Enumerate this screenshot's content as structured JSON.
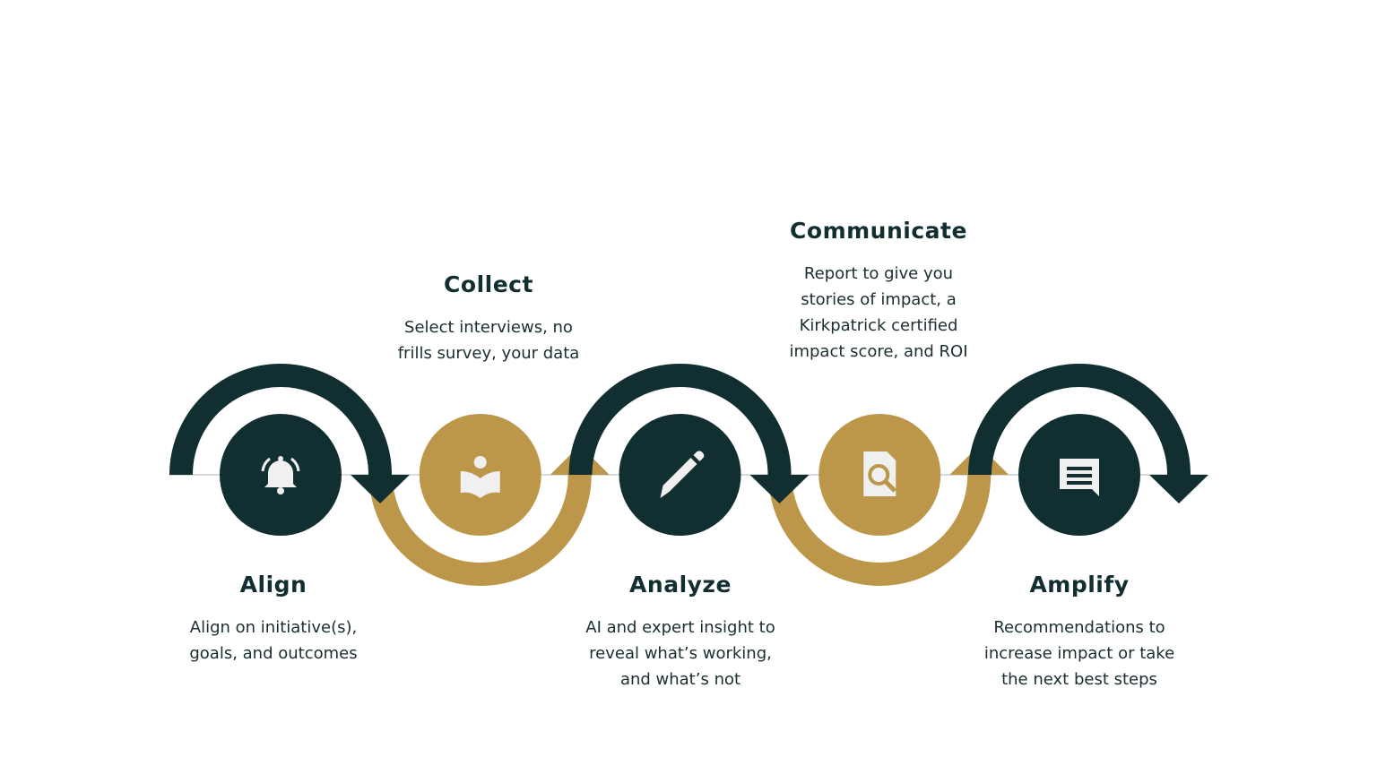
{
  "colors": {
    "dark": "#112e30",
    "gold": "#bc974a",
    "icon": "#f0f0f0"
  },
  "steps": [
    {
      "title": "Align",
      "icon": "bell-icon",
      "color": "dark",
      "desc": [
        "Align on initiative(s),",
        "goals, and outcomes"
      ]
    },
    {
      "title": "Collect",
      "icon": "book-reader-icon",
      "color": "gold",
      "desc": [
        "Select interviews, no",
        "frills survey, your data"
      ]
    },
    {
      "title": "Analyze",
      "icon": "pencil-icon",
      "color": "dark",
      "desc": [
        "AI and expert insight to",
        "reveal what’s working,",
        "and what’s not"
      ]
    },
    {
      "title": "Communicate",
      "icon": "document-search-icon",
      "color": "gold",
      "desc": [
        "Report to give you",
        "stories of impact, a",
        "Kirkpatrick certified",
        "impact score, and ROI"
      ]
    },
    {
      "title": "Amplify",
      "icon": "message-icon",
      "color": "dark",
      "desc": [
        "Recommendations to",
        "increase impact or take",
        "the next best steps"
      ]
    }
  ]
}
